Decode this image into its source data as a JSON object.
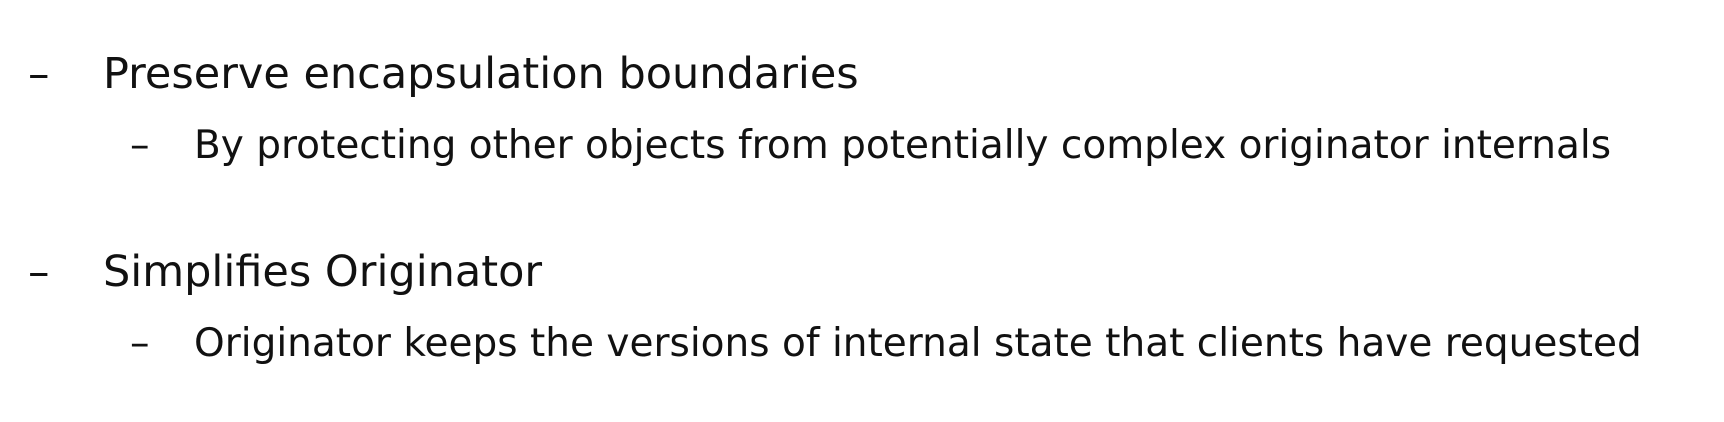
{
  "bullets": [
    {
      "marker": "–",
      "text": "Preserve encapsulation boundaries",
      "sub": [
        {
          "marker": "–",
          "text": "By protecting other objects from potentially complex originator internals"
        }
      ]
    },
    {
      "marker": "–",
      "text": "Simplifies Originator",
      "sub": [
        {
          "marker": "–",
          "text": "Originator keeps the versions of internal state that clients have requested"
        }
      ]
    }
  ]
}
